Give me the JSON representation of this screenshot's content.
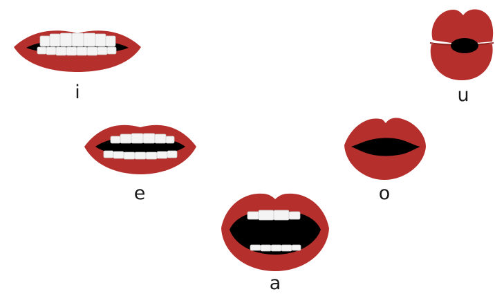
{
  "vowels": {
    "i": {
      "label": "i"
    },
    "u": {
      "label": "u"
    },
    "e": {
      "label": "e"
    },
    "o": {
      "label": "o"
    },
    "a": {
      "label": "a"
    }
  },
  "colors": {
    "lip": "#b5302c",
    "lip_shade": "#8f201d",
    "mouth_interior": "#000000",
    "teeth": "#f4f4f4",
    "teeth_outline": "#cfcfcf",
    "label_text": "#1a1a1a",
    "background": "#ffffff"
  }
}
